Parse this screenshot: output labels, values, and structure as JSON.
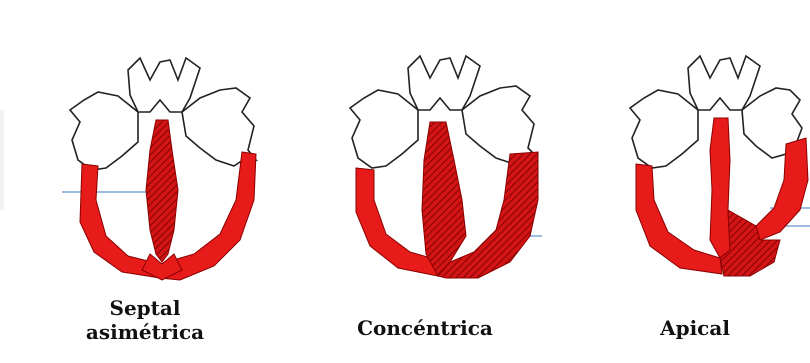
{
  "diagram": {
    "colors": {
      "wall": "#e81b1b",
      "wall_stroke": "#8a0000",
      "outline": "#222222",
      "guide_line": "#7fa6d8"
    },
    "panels": [
      {
        "id": "septal",
        "label_lines": [
          "Septal",
          "asimétrica"
        ]
      },
      {
        "id": "concentric",
        "label_lines": [
          "Concéntrica"
        ]
      },
      {
        "id": "apical",
        "label_lines": [
          "Apical"
        ]
      }
    ]
  }
}
